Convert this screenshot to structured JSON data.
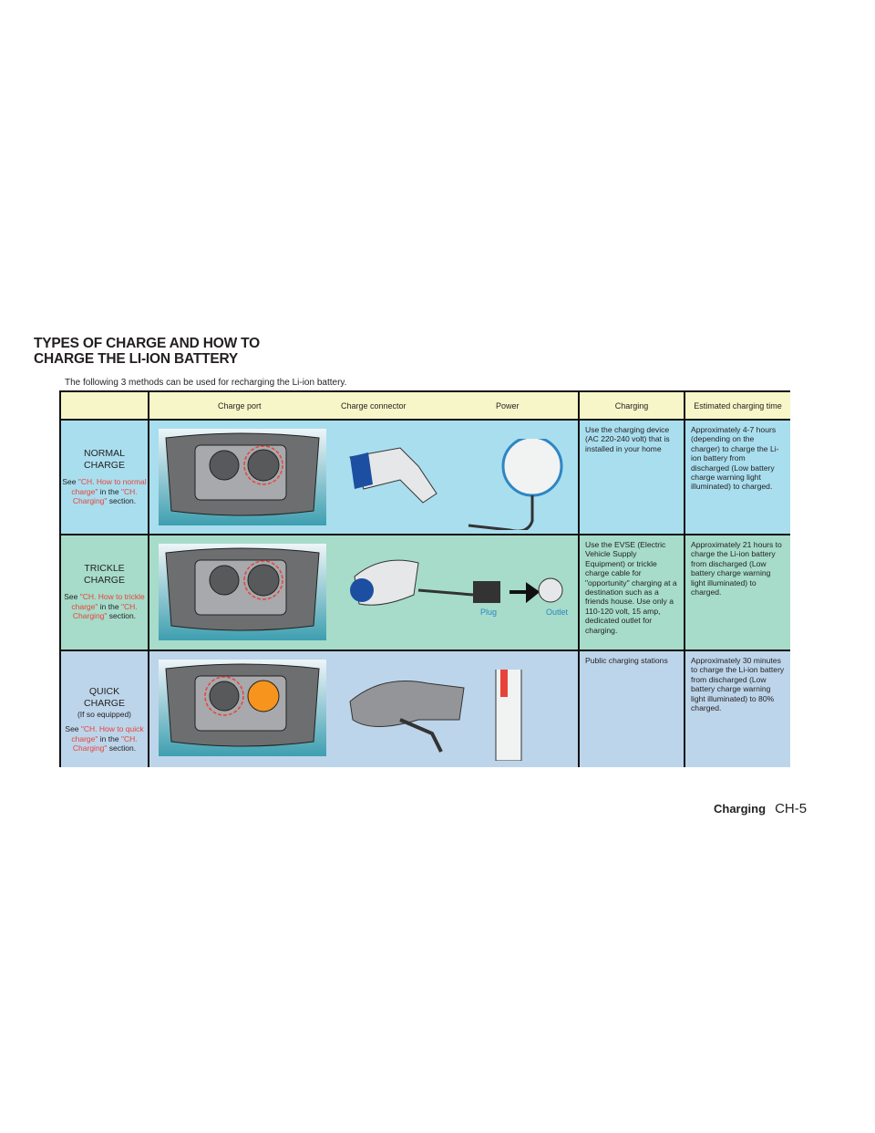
{
  "heading": {
    "line1": "TYPES OF CHARGE AND HOW TO",
    "line2": "CHARGE THE LI-ION BATTERY"
  },
  "intro": "The following 3 methods can be used for recharging the Li-ion battery.",
  "headers": {
    "port": "Charge port",
    "connector": "Charge connector",
    "power": "Power",
    "charging": "Charging",
    "time": "Estimated charging time"
  },
  "rows": [
    {
      "name": "NORMAL CHARGE",
      "sub": "",
      "see": "See",
      "link": "\"CH. How to normal charge\"",
      "in": "in the",
      "link2": "\"CH. Charging\"",
      "section": "section.",
      "charging": "Use the charging device (AC 220-240 volt) that is installed in your home",
      "time": "Approximately 4-7 hours (depending on the charger) to charge the Li-ion battery from discharged (Low battery charge warning light illuminated) to charged."
    },
    {
      "name": "TRICKLE CHARGE",
      "sub": "",
      "see": "See",
      "link": "\"CH. How to trickle charge\"",
      "in": "in the",
      "link2": "\"CH. Charging\"",
      "section": "section.",
      "charging": "Use the EVSE (Electric Vehicle Supply Equipment)  or trickle charge cable for \"opportunity\" charging at a destination such as a friends house. Use only a 110-120 volt, 15 amp, dedicated outlet for charging.",
      "time": "Approximately 21 hours to charge the Li-ion battery from discharged (Low battery charge warning light illuminated) to charged."
    },
    {
      "name": "QUICK CHARGE",
      "sub": "(If so equipped)",
      "see": "See",
      "link": "\"CH. How to quick charge\"",
      "in": "in the",
      "link2": "\"CH. Charging\"",
      "section": "section.",
      "charging": "Public charging stations",
      "time": "Approximately 30 minutes to charge the Li-ion battery from discharged (Low battery charge warning light illuminated) to 80% charged."
    }
  ],
  "trickle_labels": {
    "plug": "Plug",
    "outlet": "Outlet"
  },
  "footer": {
    "section": "Charging",
    "page": "CH-5"
  }
}
